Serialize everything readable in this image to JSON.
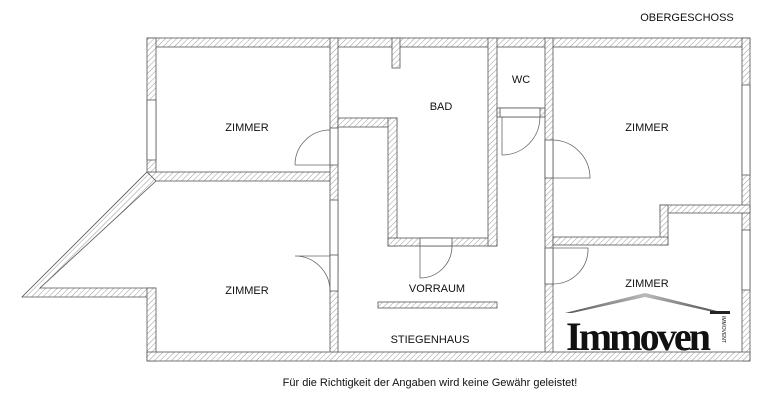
{
  "floor_title": "OBERGESCHOSS",
  "rooms": {
    "zimmer_top_left": "ZIMMER",
    "bad": "BAD",
    "wc": "WC",
    "zimmer_top_right": "ZIMMER",
    "zimmer_bottom_left": "ZIMMER",
    "vorraum": "VORRAUM",
    "stiegenhaus": "STIEGENHAUS",
    "zimmer_bottom_right": "ZIMMER"
  },
  "disclaimer": "Für die Richtigkeit der Angaben wird keine Gewähr geleistet!",
  "logo": {
    "text": "Immoven",
    "subtext": "IMMOVENT"
  }
}
